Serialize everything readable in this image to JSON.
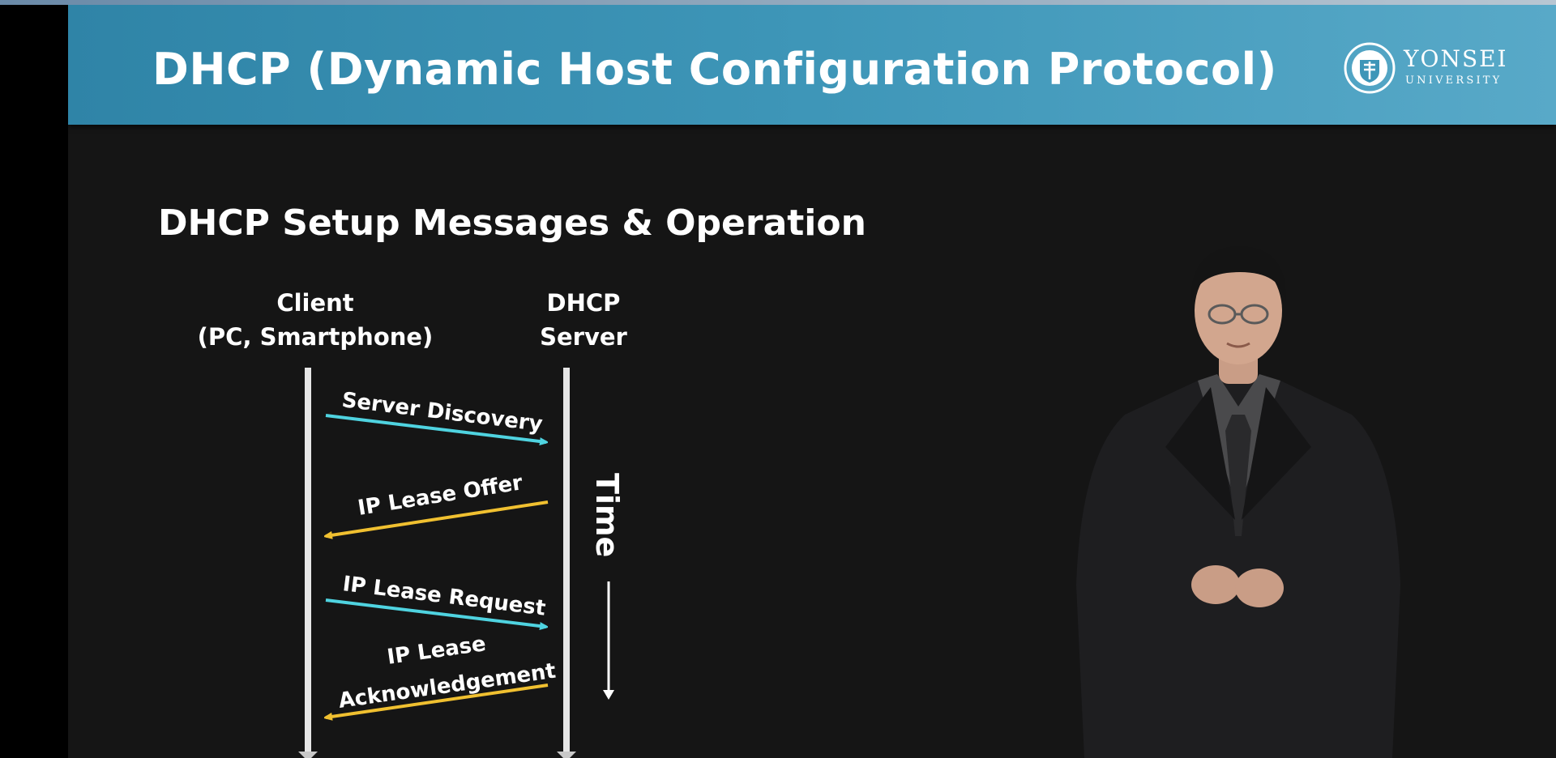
{
  "slide": {
    "title": "DHCP (Dynamic Host Configuration Protocol)",
    "logo_name": "YONSEI",
    "logo_subtext": "UNIVERSITY",
    "subtitle": "DHCP Setup Messages & Operation"
  },
  "diagram": {
    "client_label_line1": "Client",
    "client_label_line2": "(PC, Smartphone)",
    "server_label_line1": "DHCP",
    "server_label_line2": "Server",
    "time_label": "Time",
    "messages": [
      {
        "label": "Server Discovery",
        "direction": "client-to-server",
        "color": "#4fd3e0"
      },
      {
        "label": "IP Lease Offer",
        "direction": "server-to-client",
        "color": "#f0c030"
      },
      {
        "label": "IP Lease Request",
        "direction": "client-to-server",
        "color": "#4fd3e0"
      },
      {
        "label_line1": "IP Lease",
        "label_line2": "Acknowledgement",
        "direction": "server-to-client",
        "color": "#f0c030"
      }
    ]
  },
  "colors": {
    "header_blue": "#3e96b8",
    "background": "#151515",
    "request_arrow": "#4fd3e0",
    "response_arrow": "#f0c030"
  },
  "icons": {
    "logo": "yonsei-seal-icon",
    "presenter": "presenter-figure"
  }
}
